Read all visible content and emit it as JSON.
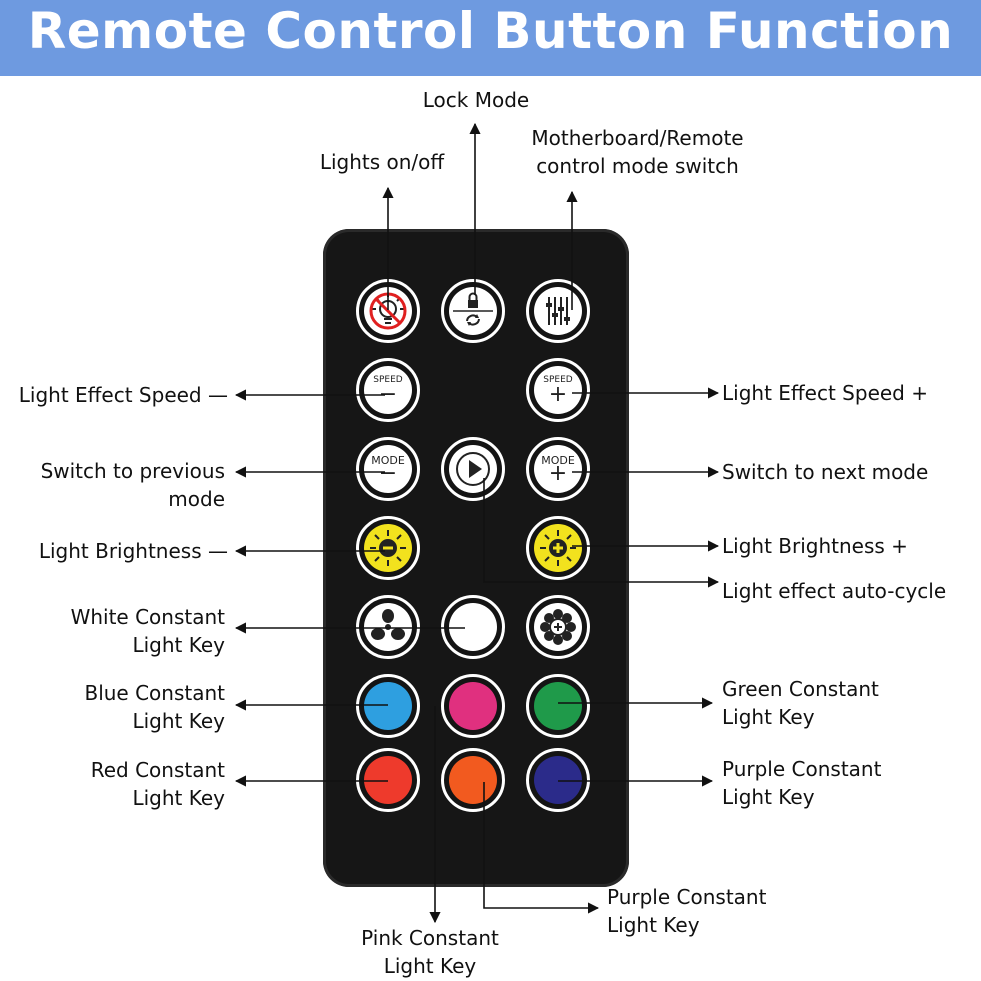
{
  "header": {
    "title": "Remote Control Button Function",
    "bg_color": "#6e9ae0"
  },
  "remote": {
    "body_color": "#161616",
    "buttons": {
      "power": {
        "icon": "bulb-off-icon"
      },
      "lock": {
        "icon": "lock-sync-icon"
      },
      "mode_switch": {
        "icon": "sliders-icon"
      },
      "speed_minus": {
        "text": "SPEED",
        "sign": "−"
      },
      "speed_plus": {
        "text": "SPEED",
        "sign": "+"
      },
      "mode_prev": {
        "text": "MODE",
        "sign": "−"
      },
      "play": {
        "icon": "play-icon"
      },
      "mode_next": {
        "text": "MODE",
        "sign": "+"
      },
      "bright_minus": {
        "icon": "sun-minus-icon",
        "color": "#f2e21e"
      },
      "bright_plus": {
        "icon": "sun-plus-icon",
        "color": "#f2e21e"
      },
      "white_left": {
        "icon": "fan-icon"
      },
      "white": {
        "color": "#ffffff"
      },
      "white_right": {
        "icon": "flower-icon"
      },
      "blue": {
        "color": "#2e9fe0"
      },
      "pink": {
        "color": "#e0307f"
      },
      "green": {
        "color": "#1f9a4a"
      },
      "red": {
        "color": "#ee3a2c"
      },
      "orange": {
        "color": "#f25a1f"
      },
      "purple": {
        "color": "#2b2b8a"
      }
    }
  },
  "labels": {
    "lock_mode": "Lock Mode",
    "lights_on_off": "Lights on/off",
    "mb_switch_1": "Motherboard/Remote",
    "mb_switch_2": "control mode switch",
    "speed_minus": "Light Effect Speed —",
    "speed_plus": "Light Effect Speed +",
    "prev_mode_1": "Switch to previous",
    "prev_mode_2": "mode",
    "next_mode": "Switch to next mode",
    "bright_minus": "Light Brightness —",
    "bright_plus": "Light Brightness +",
    "auto_cycle": "Light effect auto-cycle",
    "white_1": "White Constant",
    "white_2": "Light Key",
    "blue_1": "Blue Constant",
    "blue_2": "Light Key",
    "green_1": "Green Constant",
    "green_2": "Light Key",
    "red_1": "Red Constant",
    "red_2": "Light Key",
    "purple_1": "Purple Constant",
    "purple_2": "Light Key",
    "orange_1": "Purple Constant",
    "orange_2": "Light Key",
    "pink_1": "Pink Constant",
    "pink_2": "Light Key"
  }
}
